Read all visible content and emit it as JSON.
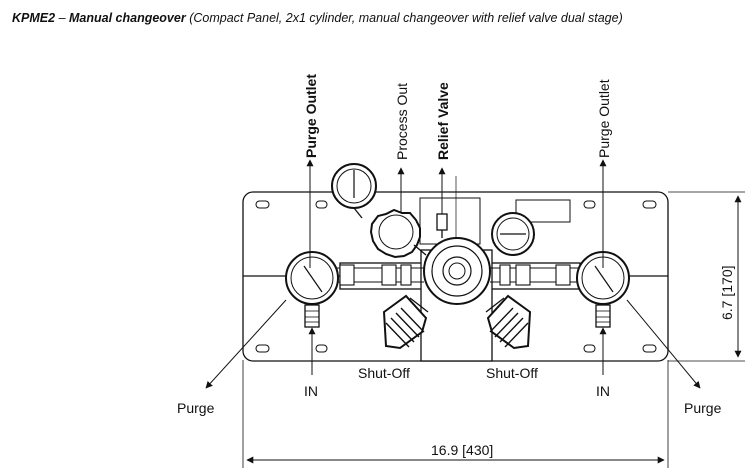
{
  "header": {
    "code": "KPME2",
    "separator": "–",
    "name": "Manual changeover",
    "description": "(Compact Panel, 2x1 cylinder, manual changeover with relief valve dual stage)"
  },
  "labels": {
    "purge_outlet_left": "Purge Outlet",
    "process_out": "Process Out",
    "relief_valve": "Relief Valve",
    "purge_outlet_right": "Purge Outlet",
    "shutoff_left": "Shut-Off",
    "shutoff_right": "Shut-Off",
    "in_left": "IN",
    "in_right": "IN",
    "purge_left": "Purge",
    "purge_right": "Purge"
  },
  "dimensions": {
    "height": "6.7 [170]",
    "width": "16.9 [430]"
  }
}
